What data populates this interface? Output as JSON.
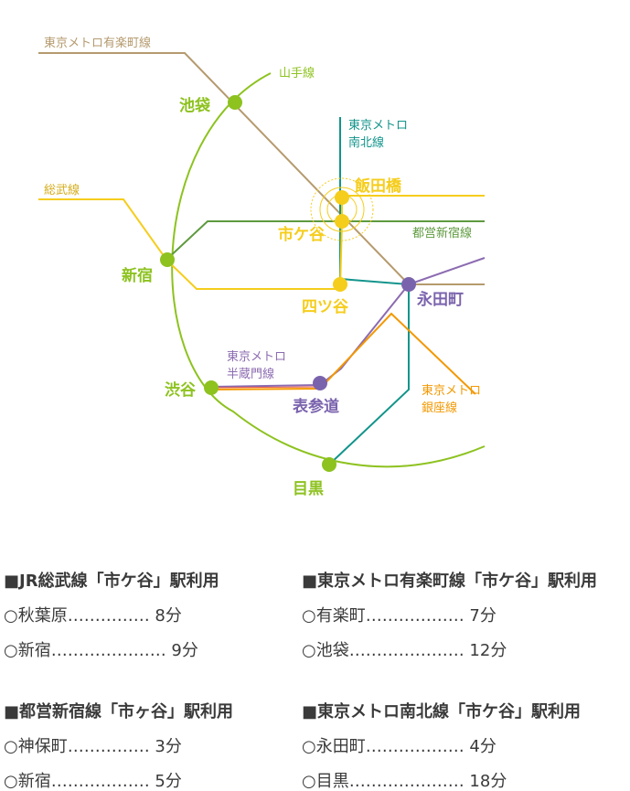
{
  "map": {
    "colors": {
      "yamanote": "#8DC21F",
      "yurakucho": "#B59A6E",
      "namboku": "#12948B",
      "sobu": "#F5CD1C",
      "shinjuku": "#5E9A3E",
      "hanzomon": "#8C6BB1",
      "ginza": "#F39800",
      "jr_station": "#8DC21F",
      "yellow_station": "#F5CD1C",
      "purple_station": "#7A63AD"
    },
    "lines": {
      "yurakucho": "東京メトロ有楽町線",
      "yamanote": "山手線",
      "namboku_1": "東京メトロ",
      "namboku_2": "南北線",
      "sobu": "総武線",
      "toei_shinjuku": "都営新宿線",
      "hanzomon_1": "東京メトロ",
      "hanzomon_2": "半蔵門線",
      "ginza_1": "東京メトロ",
      "ginza_2": "銀座線"
    },
    "stations": {
      "ikebukuro": "池袋",
      "iidabashi": "飯田橋",
      "ichigaya": "市ケ谷",
      "shinjuku": "新宿",
      "yotsuya": "四ツ谷",
      "nagatacho": "永田町",
      "shibuya": "渋谷",
      "omotesando": "表参道",
      "meguro": "目黒"
    }
  },
  "access": {
    "jr": {
      "heading": "■JR総武線「市ケ谷」駅利用",
      "rows": [
        "○秋葉原…………… 8分",
        "○新宿………………… 9分"
      ]
    },
    "yurakucho": {
      "heading": "■東京メトロ有楽町線「市ケ谷」駅利用",
      "rows": [
        "○有楽町……………… 7分",
        "○池袋………………… 12分"
      ]
    },
    "toei": {
      "heading": "■都営新宿線「市ヶ谷」駅利用",
      "rows": [
        "○神保町…………… 3分",
        "○新宿……………… 5分"
      ]
    },
    "namboku": {
      "heading": "■東京メトロ南北線「市ケ谷」駅利用",
      "rows": [
        "○永田町……………… 4分",
        "○目黒………………… 18分"
      ]
    }
  }
}
